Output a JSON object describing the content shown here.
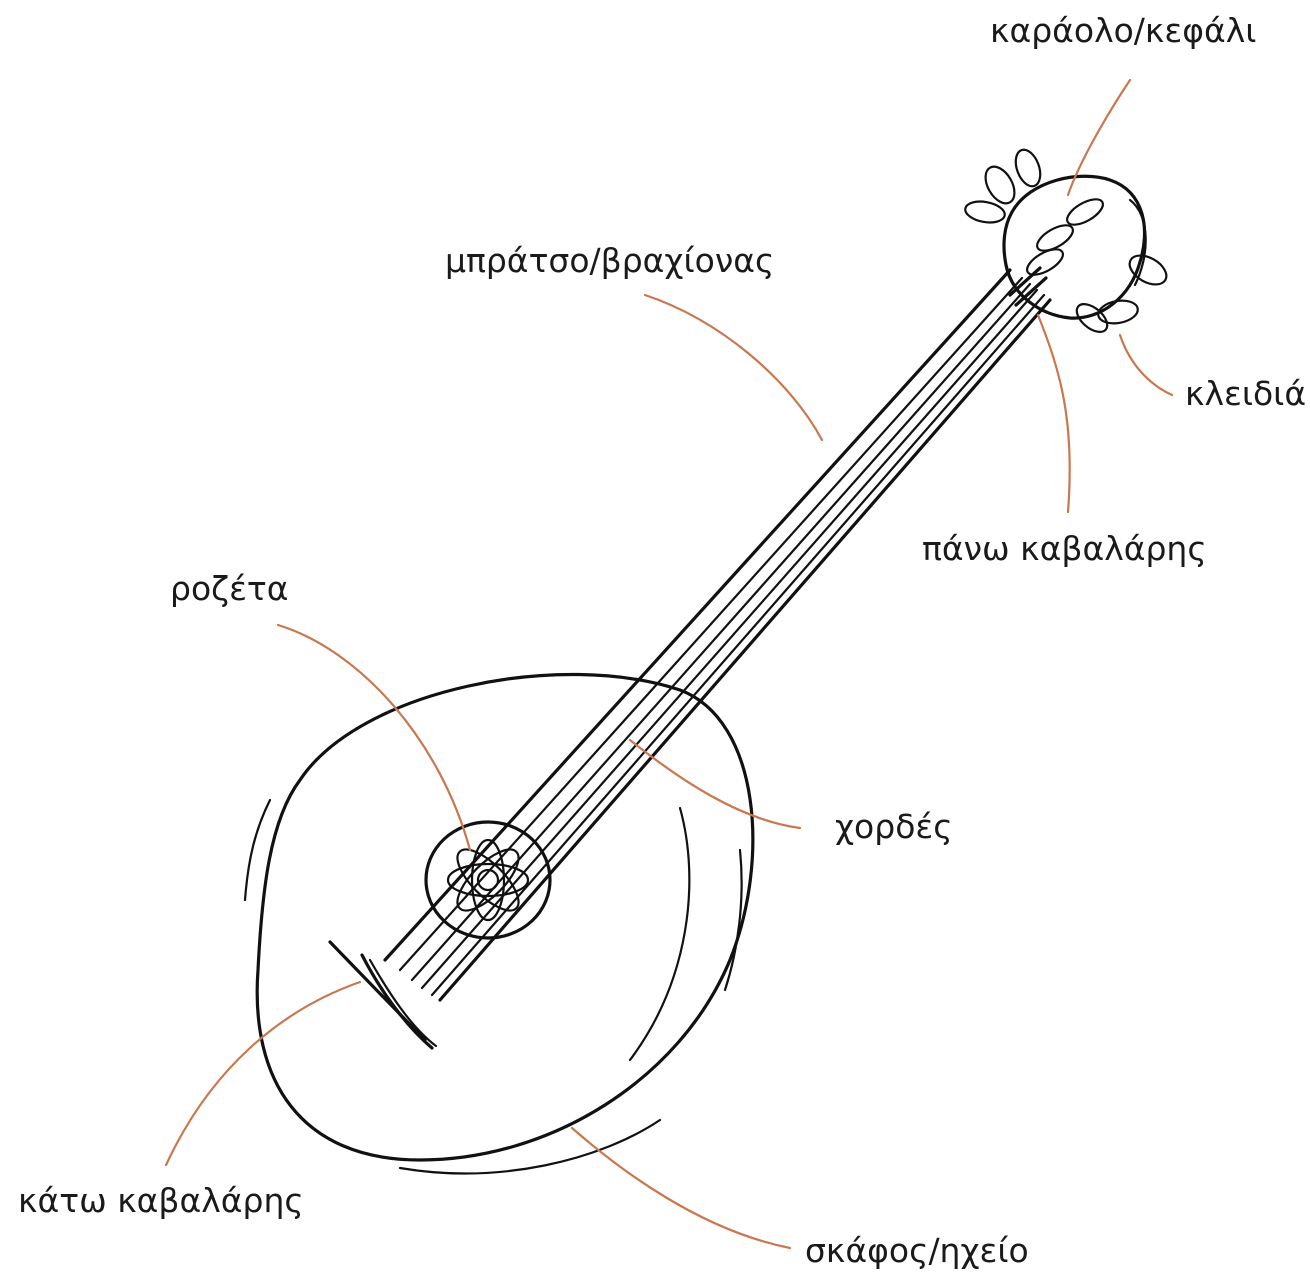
{
  "labels": {
    "head": "καράολο/κεφάλι",
    "neck": "μπράτσο/βραχίονας",
    "pegs": "κλειδιά",
    "upper_bridge": "πάνω καβαλάρης",
    "rosette": "ροζέτα",
    "strings": "χορδές",
    "lower_bridge": "κάτω καβαλάρης",
    "body": "σκάφος/ηχείο"
  },
  "colors": {
    "ink": "#111111",
    "leader": "#c9774f",
    "background": "#ffffff"
  }
}
